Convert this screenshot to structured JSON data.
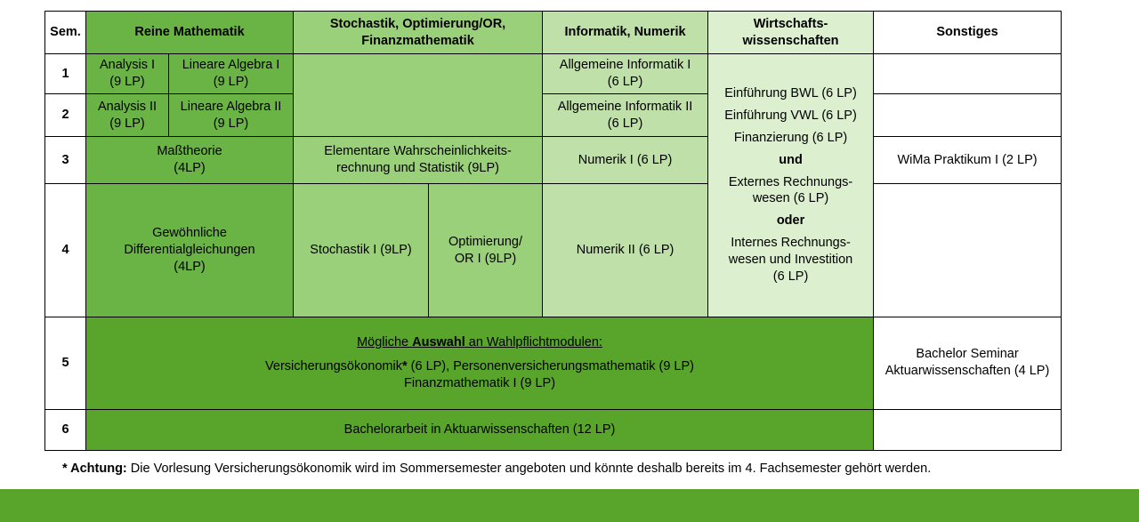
{
  "header": {
    "sem": "Sem.",
    "reine": "Reine Mathematik",
    "stoch_line1": "Stochastik, Optimierung/OR,",
    "stoch_line2": "Finanzmathematik",
    "inf": "Informatik, Numerik",
    "wirt_line1": "Wirtschafts-",
    "wirt_line2": "wissenschaften",
    "sonst": "Sonstiges"
  },
  "semesters": [
    "1",
    "2",
    "3",
    "4",
    "5",
    "6"
  ],
  "cells": {
    "analysis1_a": "Analysis I",
    "analysis1_b": "(9 LP)",
    "linalg1_a": "Lineare Algebra I",
    "linalg1_b": "(9 LP)",
    "inf1_a": "Allgemeine Informatik I",
    "inf1_b": "(6 LP)",
    "analysis2_a": "Analysis II",
    "analysis2_b": "(9 LP)",
    "linalg2_a": "Lineare Algebra II",
    "linalg2_b": "(9 LP)",
    "inf2_a": "Allgemeine Informatik II",
    "inf2_b": "(6 LP)",
    "mass_a": "Maßtheorie",
    "mass_b": "(4LP)",
    "wahr_a": "Elementare Wahrscheinlichkeits-",
    "wahr_b": "rechnung und Statistik (9LP)",
    "num1": "Numerik I (6 LP)",
    "praktikum": "WiMa Praktikum I (2 LP)",
    "dgl_a": "Gewöhnliche",
    "dgl_b": "Differentialgleichungen",
    "dgl_c": "(4LP)",
    "stoch1": "Stochastik I (9LP)",
    "opt_a": "Optimierung/",
    "opt_b": "OR I (9LP)",
    "num2": "Numerik II (6 LP)",
    "bachelor_seminar_a": "Bachelor Seminar",
    "bachelor_seminar_b": "Aktuarwissenschaften (4 LP)",
    "bachelorarbeit": "Bachelorarbeit in Aktuarwissenschaften (12 LP)"
  },
  "wirtschaft": {
    "bwl": "Einführung BWL (6 LP)",
    "vwl": "Einführung VWL (6 LP)",
    "fin": "Finanzierung (6 LP)",
    "und": "und",
    "ext_a": "Externes Rechnungs-",
    "ext_b": "wesen (6 LP)",
    "oder": "oder",
    "int_a": "Internes Rechnungs-",
    "int_b": "wesen und Investition",
    "int_c": "(6 LP)"
  },
  "wahlpflicht": {
    "title_pre": "Mögliche ",
    "title_bold": "Auswahl",
    "title_post": " an Wahlpflichtmodulen:",
    "line1_pre": "Versicherungsökonomik",
    "line1_star": "*",
    "line1_post": " (6 LP), Personenversicherungsmathematik (9 LP)",
    "line2": "Finanzmathematik I (9 LP)"
  },
  "note": {
    "label": "* Achtung:",
    "text": " Die Vorlesung Versicherungsökonomik wird im Sommersemester angeboten und könnte deshalb bereits im 4. Fachsemester gehört werden."
  },
  "colors": {
    "reine_mathematik": "#6ab446",
    "stochastik": "#9bd07a",
    "informatik": "#bfe0a8",
    "wirtschaft": "#dcefcf",
    "wahlpflicht": "#59a52c",
    "footer_bar": "#59a52c"
  }
}
